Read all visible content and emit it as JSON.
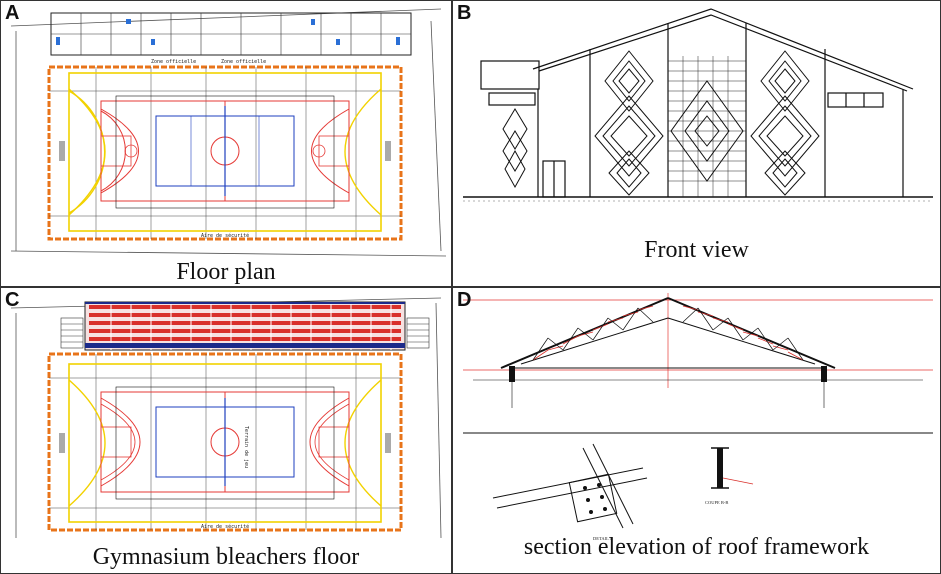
{
  "panels": {
    "a": {
      "letter": "A",
      "caption": "Floor plan",
      "zone_label": "Zone officielle",
      "safety_label": "Aire de sécurité"
    },
    "b": {
      "letter": "B",
      "caption": "Front view"
    },
    "c": {
      "letter": "C",
      "caption": "Gymnasium bleachers floor",
      "court_label": "Terrain de jeu",
      "safety_label": "Aire de sécurité"
    },
    "d": {
      "letter": "D",
      "caption": "section elevation of roof framework",
      "section_label": "COUPE B-B",
      "detail_label": "DETAIL A"
    }
  },
  "colors": {
    "court_yellow": "#f2d200",
    "court_red": "#e53935",
    "court_blue": "#1e3fbf",
    "wall_orange": "#e8741a",
    "seat_red": "#d9302b",
    "seat_blue": "#1b2a8a"
  }
}
